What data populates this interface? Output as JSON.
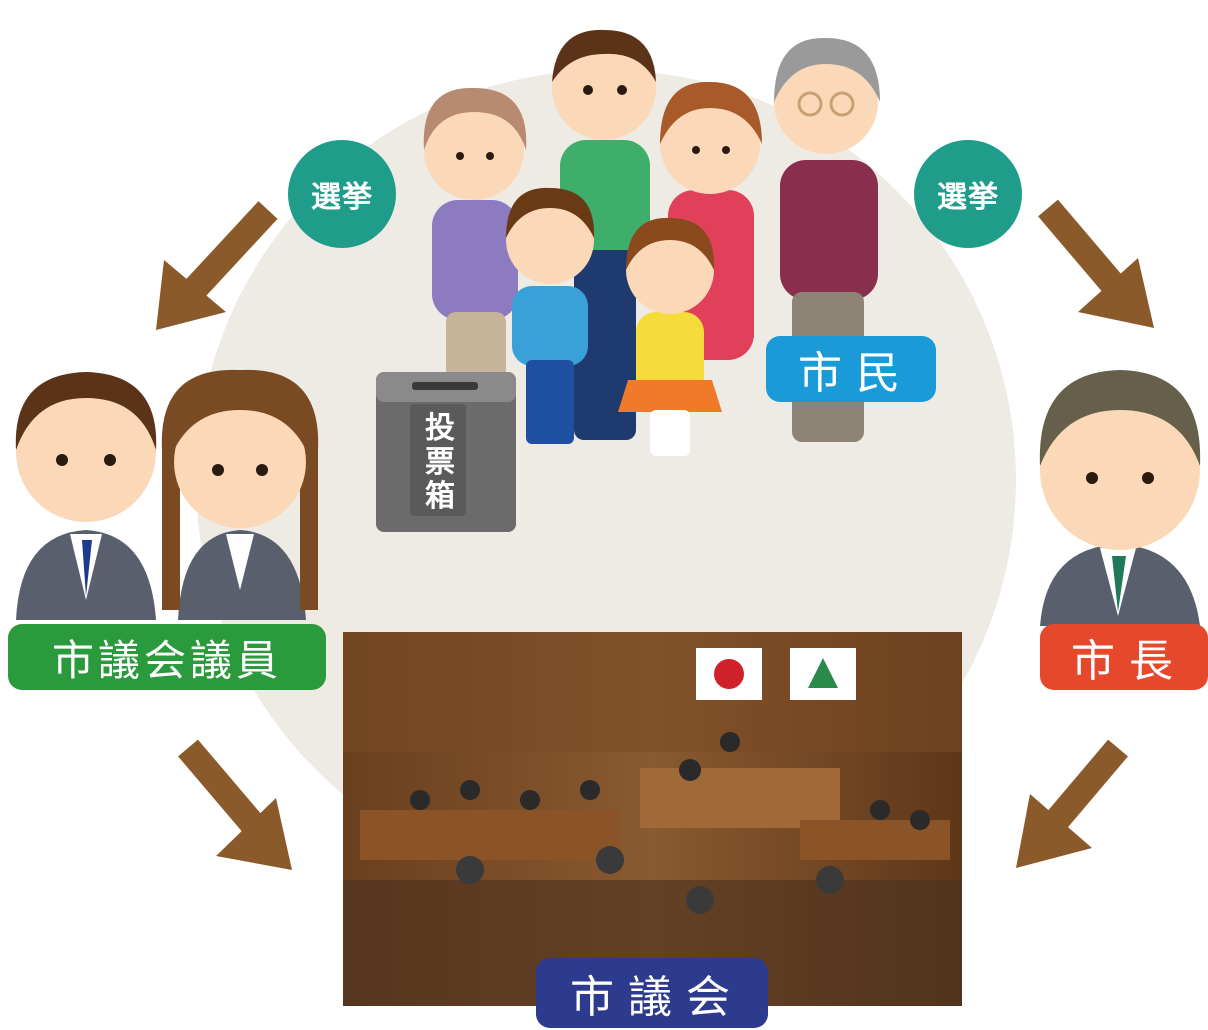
{
  "badges": {
    "left_election": "選挙",
    "right_election": "選挙"
  },
  "labels": {
    "citizens": "市民",
    "assembly_members": "市議会議員",
    "mayor": "市長",
    "city_assembly": "市議会"
  },
  "ballot_box": {
    "chars": [
      "投",
      "票",
      "箱"
    ]
  },
  "colors": {
    "election_badge": "#1f9c8a",
    "citizens_label": "#1a9ad6",
    "assembly_members_label": "#2b9a3d",
    "mayor_label": "#e5482a",
    "city_assembly_label": "#2d3b8f",
    "arrow": "#8b5a2b",
    "background_circle": "#eeebe4"
  }
}
